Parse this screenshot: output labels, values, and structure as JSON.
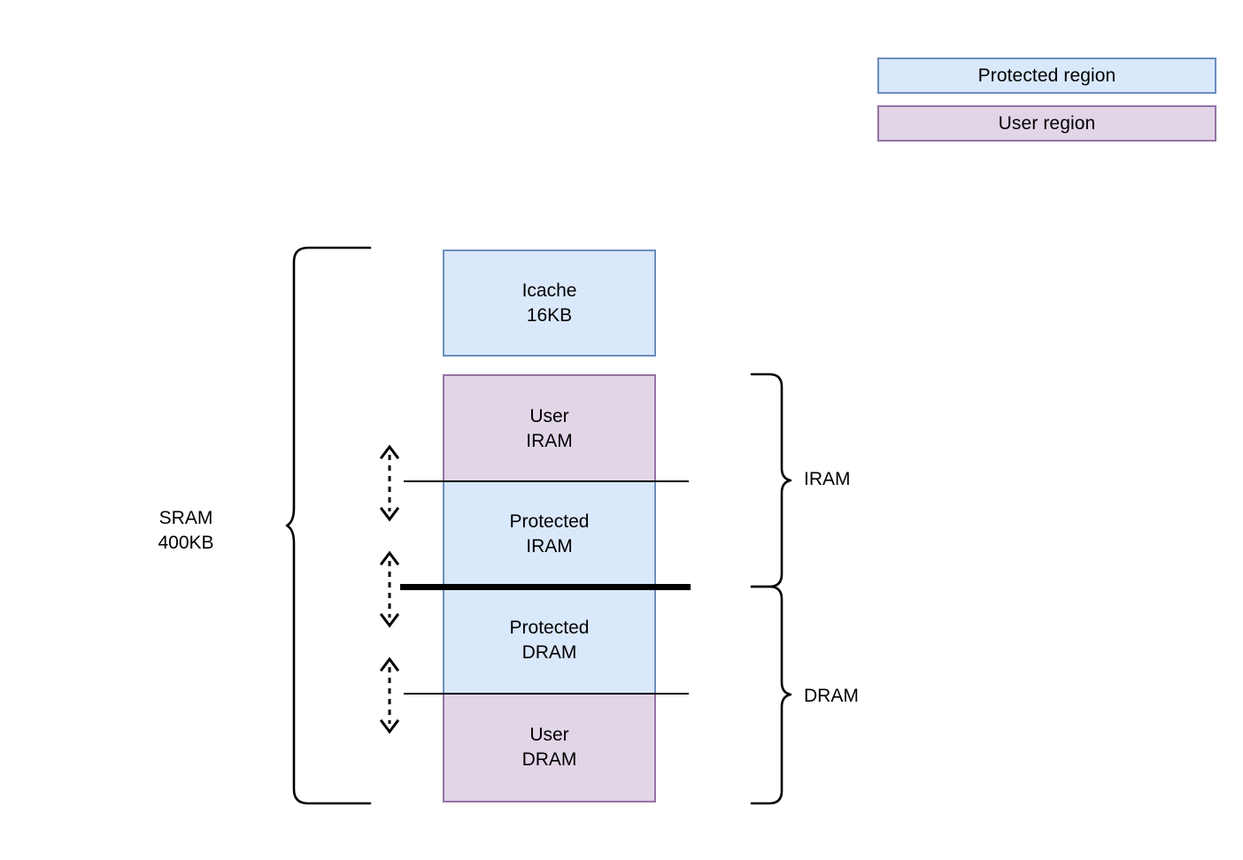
{
  "legend": {
    "items": [
      {
        "label": "Protected region",
        "fill": "#dae8fc",
        "stroke": "#6c8ebf"
      },
      {
        "label": "User region",
        "fill": "#e1d5e7",
        "stroke": "#9673a6"
      }
    ]
  },
  "memory_map": {
    "blocks": [
      {
        "id": "icache",
        "line1": "Icache",
        "line2": "16KB",
        "region": "protected"
      },
      {
        "id": "user_iram",
        "line1": "User",
        "line2": "IRAM",
        "region": "user"
      },
      {
        "id": "prot_iram",
        "line1": "Protected",
        "line2": "IRAM",
        "region": "protected"
      },
      {
        "id": "prot_dram",
        "line1": "Protected",
        "line2": "DRAM",
        "region": "protected"
      },
      {
        "id": "user_dram",
        "line1": "User",
        "line2": "DRAM",
        "region": "user"
      }
    ]
  },
  "braces": {
    "sram": {
      "line1": "SRAM",
      "line2": "400KB"
    },
    "iram": {
      "label": "IRAM"
    },
    "dram": {
      "label": "DRAM"
    }
  },
  "colors": {
    "protected_fill": "#dae8fc",
    "protected_stroke": "#6c8ebf",
    "user_fill": "#e1d5e7",
    "user_stroke": "#9673a6",
    "line": "#000000",
    "background": "#ffffff"
  }
}
